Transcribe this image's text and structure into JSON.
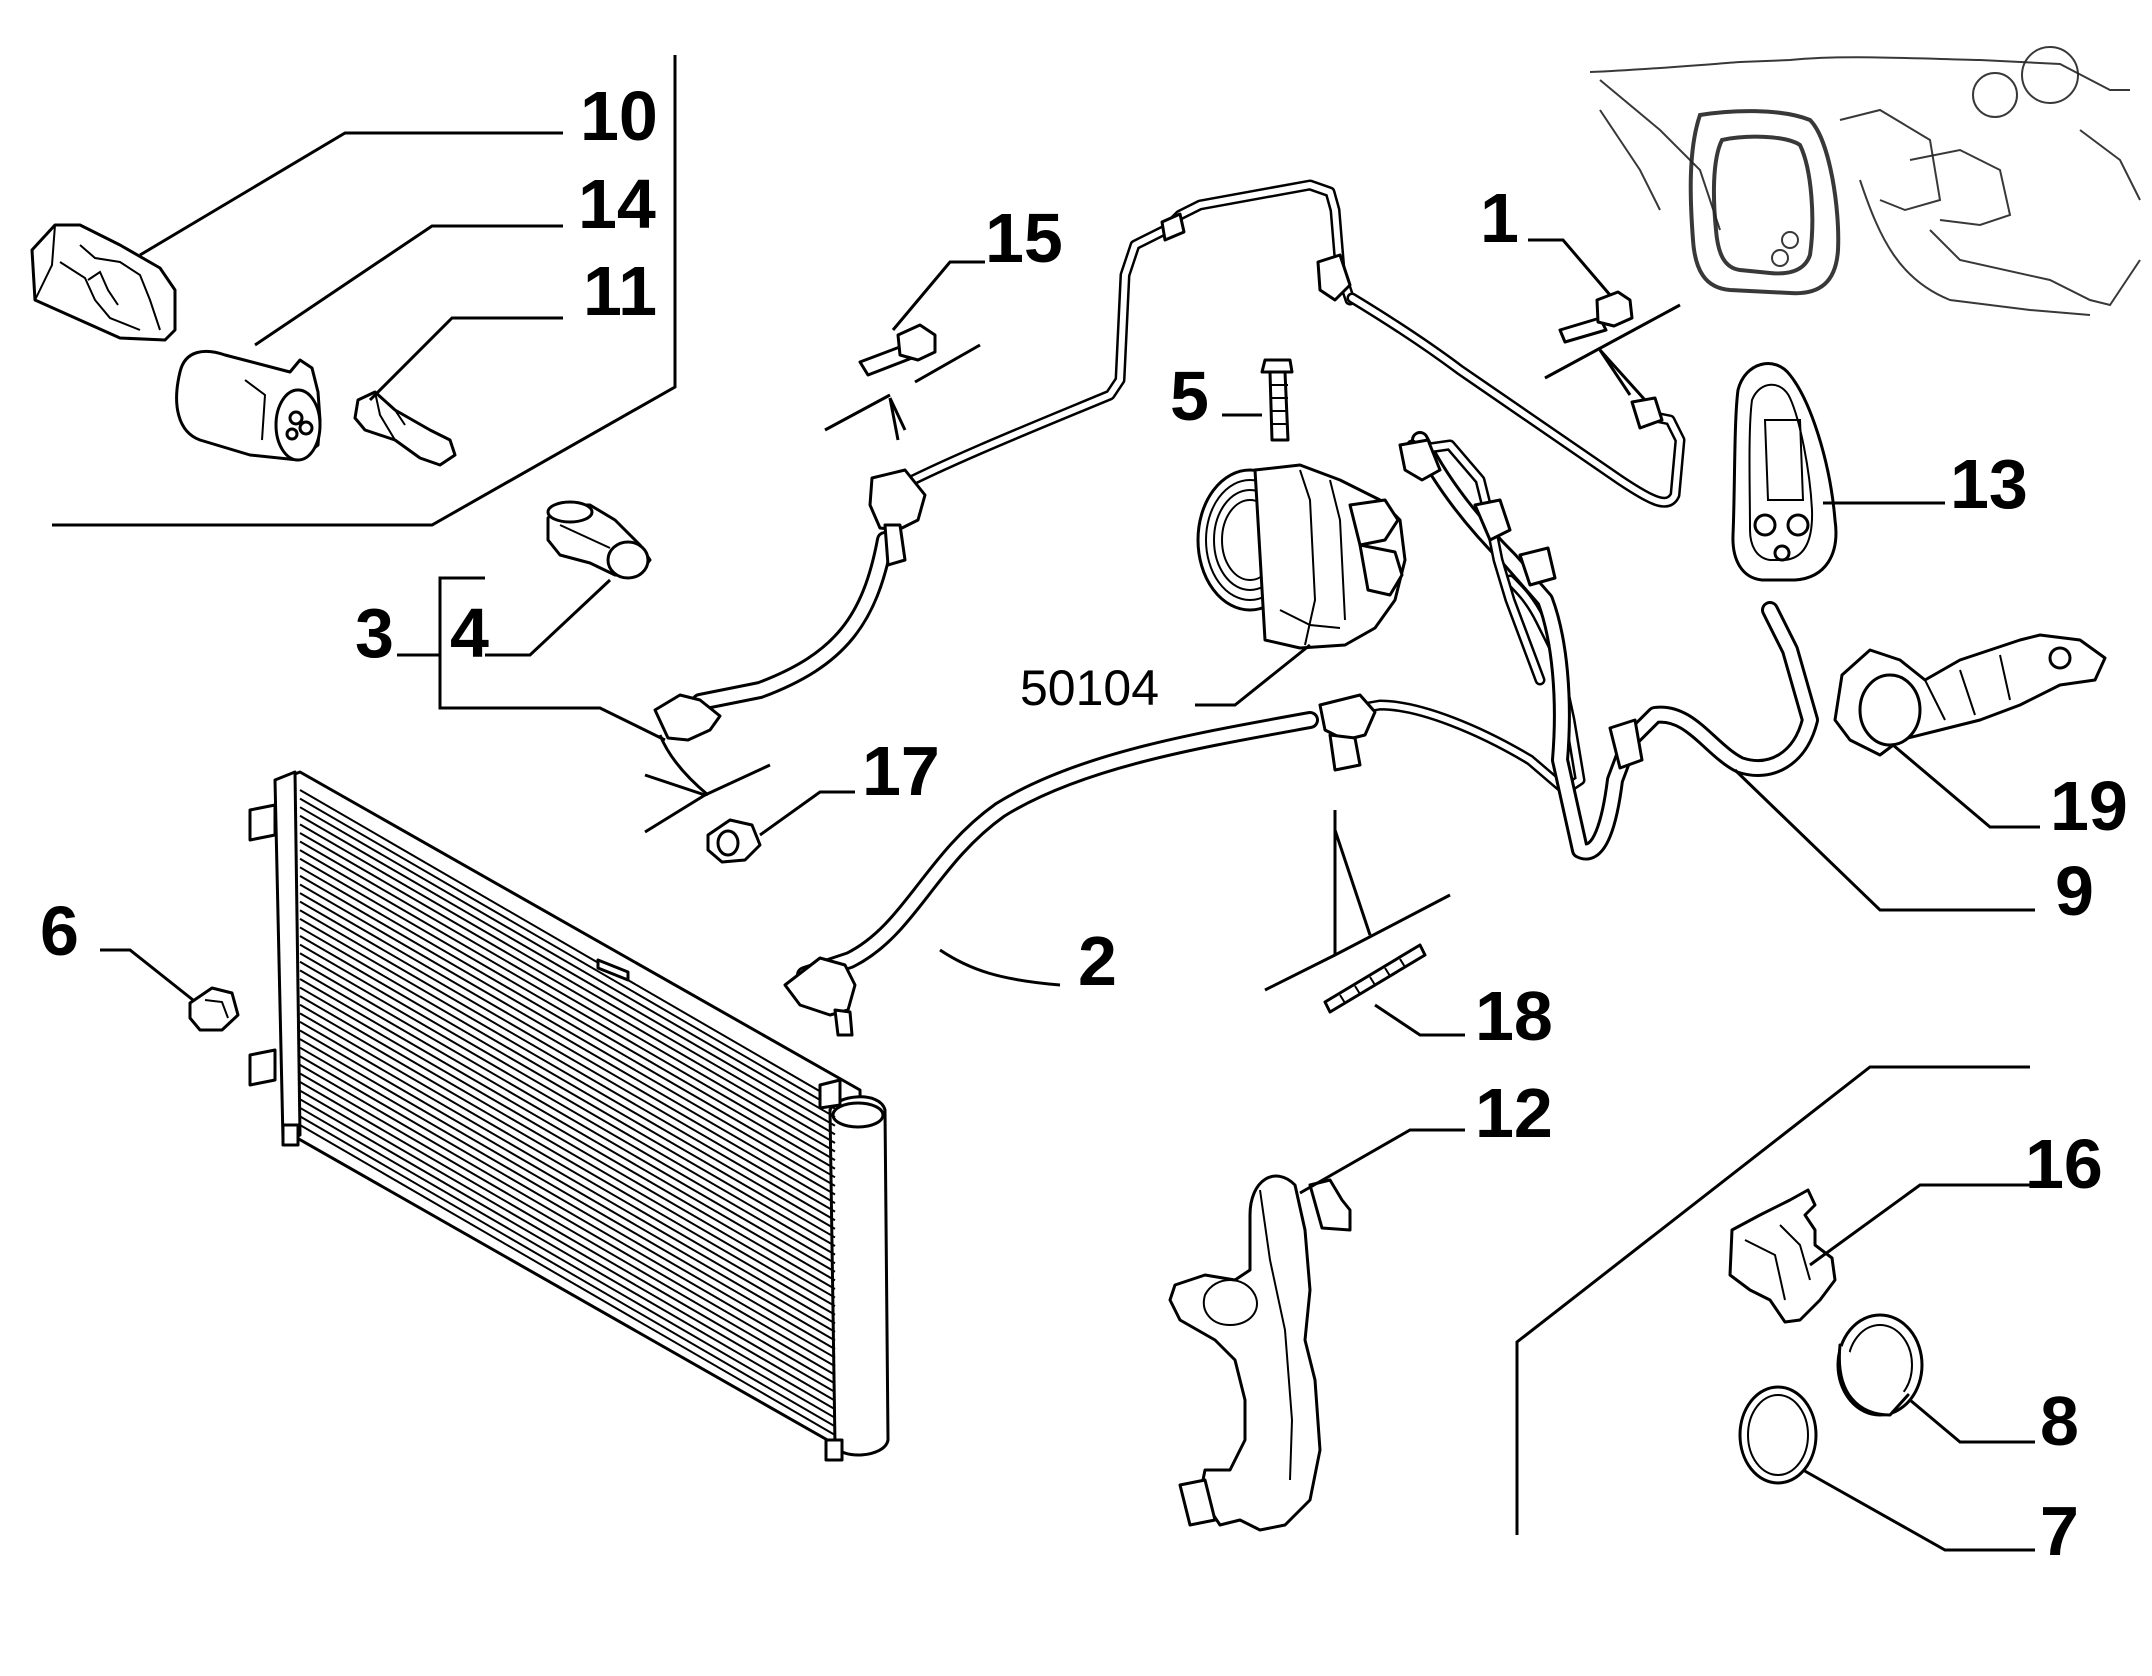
{
  "callouts": {
    "c10": "10",
    "c14": "14",
    "c11": "11",
    "c15": "15",
    "c1": "1",
    "c5": "5",
    "c13": "13",
    "c3": "3",
    "c4": "4",
    "c50104": "50104",
    "c17": "17",
    "c19": "19",
    "c9": "9",
    "c6": "6",
    "c2": "2",
    "c18": "18",
    "c12": "12",
    "c16": "16",
    "c8": "8",
    "c7": "7"
  }
}
